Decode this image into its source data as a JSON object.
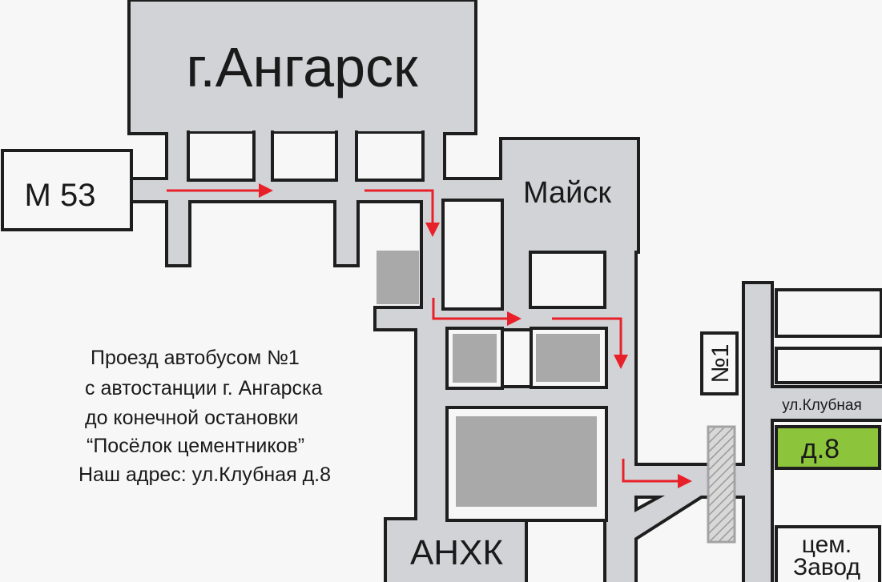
{
  "map": {
    "city_label": "г.Ангарск",
    "highway_label": "М 53",
    "town_label": "Майск",
    "plant_label": "АНХК",
    "bus_stop_label": "№1",
    "street_label": "ул.Клубная",
    "house_label": "д.8",
    "factory_label_line1": "цем.",
    "factory_label_line2": "Завод"
  },
  "directions": {
    "lines": [
      "Проезд автобусом №1",
      "с автостанции г. Ангарска",
      "до конечной остановки",
      "“Посёлок цементников”",
      "Наш адрес: ул.Клубная д.8"
    ]
  },
  "colors": {
    "road": "#d2d3d6",
    "building": "#a9a9a9",
    "route": "#e8202a",
    "target_house": "#8cc43c",
    "background": "#f7f7f7"
  }
}
